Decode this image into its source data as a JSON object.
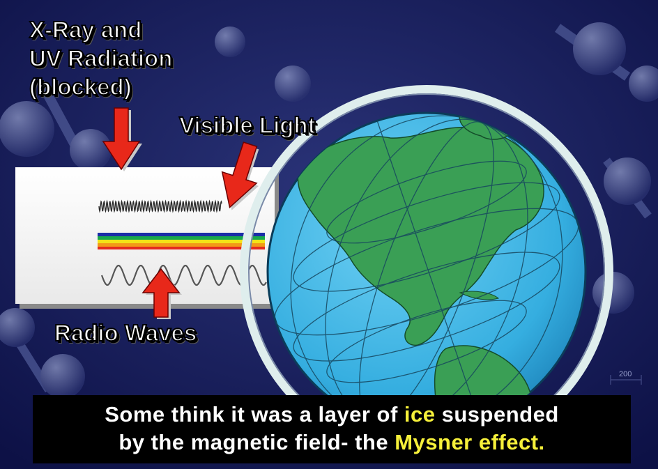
{
  "labels": {
    "xray": [
      "X-Ray and",
      "UV Radiation",
      "(blocked)"
    ],
    "visible": "Visible Light",
    "radio": "Radio Waves"
  },
  "caption": {
    "line1_pre": "Some think it was a layer of ",
    "line1_hl": "ice",
    "line1_post": " suspended",
    "line2_pre": "by the magnetic field- the ",
    "line2_hl": "Mysner effect."
  },
  "scale_mark": "200",
  "colors": {
    "background": "#161a5a",
    "highlight": "#f6f03a",
    "arrow": "#e8281a",
    "ocean": "#3fb3e3",
    "land": "#35a155",
    "ring": "#d7ece9"
  },
  "icons": {
    "arrows": "red-arrow-icon",
    "globe": "earth-globe",
    "spectrum": "rainbow-spectrum-band"
  }
}
